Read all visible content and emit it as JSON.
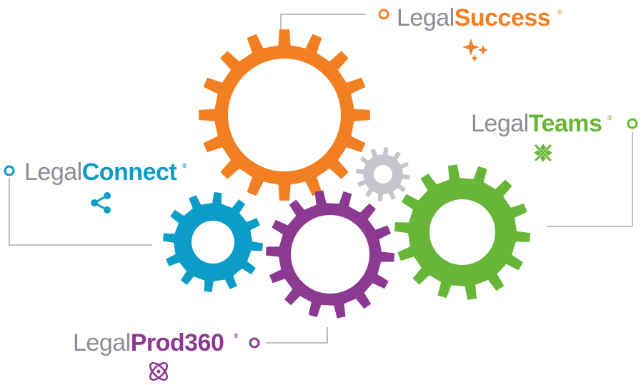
{
  "colors": {
    "orange": "#f28023",
    "blue": "#0b9cc7",
    "purple": "#8c3a91",
    "green": "#67b637",
    "gray": "#c4c6ca",
    "text_gray": "#8a8d93",
    "line_gray": "#9a9ca1"
  },
  "products": [
    {
      "id": "success",
      "prefix": "Legal",
      "suffix": "Success",
      "mark": "®",
      "icon": "sparkle-icon",
      "color": "#f28023"
    },
    {
      "id": "teams",
      "prefix": "Legal",
      "suffix": "Teams",
      "mark": "®",
      "icon": "team-icon",
      "color": "#67b637"
    },
    {
      "id": "connect",
      "prefix": "Legal",
      "suffix": "Connect",
      "mark": "®",
      "icon": "share-icon",
      "color": "#0b9cc7"
    },
    {
      "id": "prod360",
      "prefix": "Legal",
      "suffix": "Prod360",
      "mark": "®",
      "icon": "atom-icon",
      "color": "#8c3a91"
    }
  ],
  "gears": [
    {
      "name": "gear-orange",
      "color": "#f28023"
    },
    {
      "name": "gear-blue",
      "color": "#0b9cc7"
    },
    {
      "name": "gear-purple",
      "color": "#8c3a91"
    },
    {
      "name": "gear-green",
      "color": "#67b637"
    },
    {
      "name": "gear-gray",
      "color": "#c4c6ca"
    }
  ]
}
